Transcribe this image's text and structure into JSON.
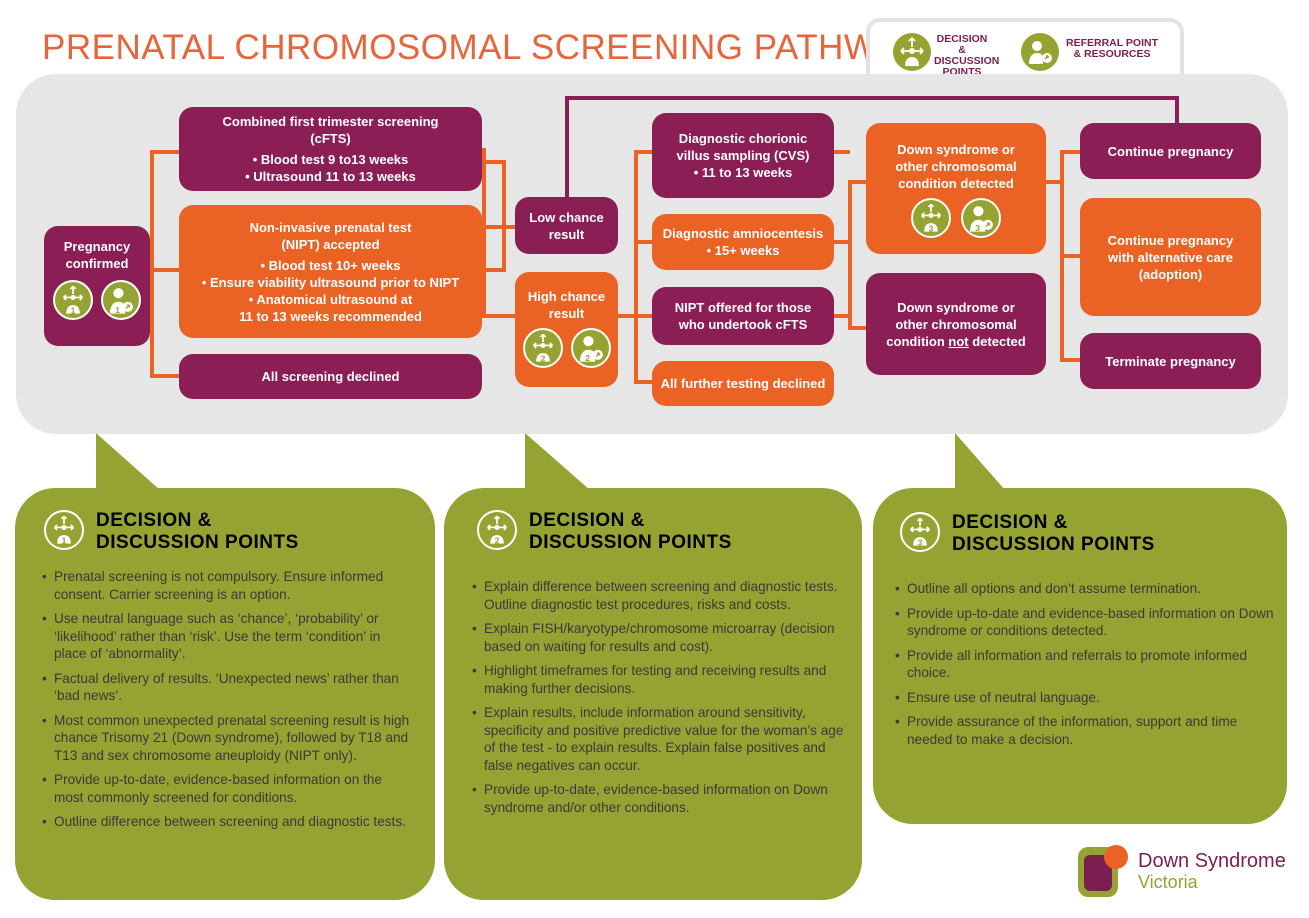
{
  "title": "PRENATAL CHROMOSOMAL SCREENING PATHWAY",
  "legend": {
    "decision_label": "DECISION & DISCUSSION POINTS",
    "referral_label": "REFERRAL POINT & RESOURCES"
  },
  "icons": {
    "decision": "decision-arrows-icon",
    "referral": "referral-person-icon"
  },
  "colors": {
    "plum": "#8a1e55",
    "orange": "#ea6224",
    "olive": "#95a332",
    "grey": "#e6e6e6"
  },
  "nodes": {
    "pregnancy": "Pregnancy confirmed",
    "cfts": {
      "title": "Combined first trimester screening",
      "sub": "(cFTS)",
      "b1": "• Blood test 9 to13 weeks",
      "b2": "• Ultrasound 11 to 13 weeks"
    },
    "nipt": {
      "title": "Non-invasive prenatal test",
      "sub": "(NIPT) accepted",
      "b1": "• Blood test 10+ weeks",
      "b2": "• Ensure viability ultrasound prior to NIPT",
      "b3": "• Anatomical ultrasound at",
      "b4": "11 to 13 weeks recommended"
    },
    "declined": "All screening declined",
    "low_chance": "Low chance result",
    "high_chance": "High chance result",
    "cvs": {
      "title": "Diagnostic chorionic villus sampling (CVS)",
      "b1": "• 11 to 13 weeks"
    },
    "amnio": {
      "title": "Diagnostic amniocentesis",
      "b1": "• 15+ weeks"
    },
    "nipt_offered": "NIPT offered for those who undertook cFTS",
    "further_declined": "All further testing declined",
    "detected": "Down syndrome or other chromosomal condition detected",
    "not_detected": {
      "pre": "Down syndrome or other chromosomal condition ",
      "not": "not",
      "post": " detected"
    },
    "continue": "Continue pregnancy",
    "continue_alt": "Continue pregnancy with alternative care (adoption)",
    "terminate": "Terminate pregnancy"
  },
  "badges": {
    "one": "1",
    "two": "2",
    "three": "3"
  },
  "panels": [
    {
      "number": "1",
      "heading1": "DECISION &",
      "heading2": "DISCUSSION POINTS",
      "items": [
        "Prenatal screening is not compulsory. Ensure informed consent. Carrier screening is an option.",
        "Use neutral language such as ‘chance’, ‘probability’ or ‘likelihood’ rather than ‘risk’. Use the term ‘condition’ in place of ‘abnormality’.",
        "Factual delivery of results. ‘Unexpected news’ rather than ‘bad news’.",
        "Most common unexpected prenatal screening result is high chance Trisomy 21 (Down syndrome), followed by T18 and T13 and sex chromosome aneuploidy (NIPT only).",
        "Provide up-to-date, evidence-based information on the most commonly screened for conditions.",
        "Outline difference between screening and diagnostic tests."
      ]
    },
    {
      "number": "2",
      "heading1": "DECISION &",
      "heading2": "DISCUSSION POINTS",
      "items": [
        "Explain difference between screening and diagnostic tests. Outline diagnostic test procedures, risks and costs.",
        "Explain FISH/karyotype/chromosome microarray (decision based on waiting for results and cost).",
        "Highlight timeframes for testing and receiving results and making further decisions.",
        "Explain results, include information around sensitivity, specificity and positive predictive value for the woman’s age of the test - to explain results. Explain false positives and false negatives can occur.",
        "Provide up-to-date, evidence-based information on Down syndrome and/or other conditions."
      ]
    },
    {
      "number": "3",
      "heading1": "DECISION &",
      "heading2": "DISCUSSION POINTS",
      "items": [
        "Outline all options and don’t assume termination.",
        "Provide up-to-date and evidence-based information on Down syndrome or conditions detected.",
        "Provide all information and referrals to promote informed choice.",
        "Ensure use of neutral language.",
        "Provide assurance of the information, support and time needed to make a decision."
      ]
    }
  ],
  "logo": {
    "name": "Down Syndrome",
    "region": "Victoria"
  }
}
